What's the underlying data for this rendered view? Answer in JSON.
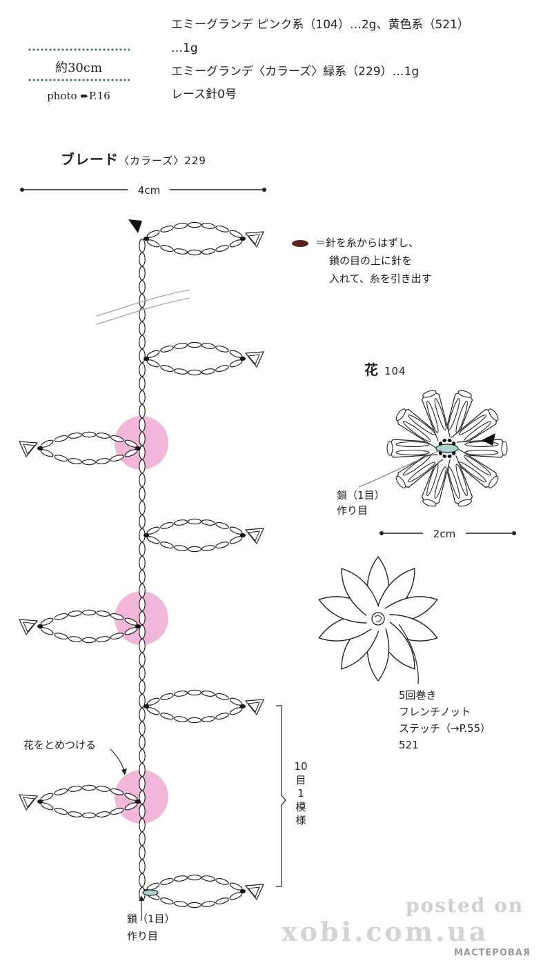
{
  "materials": {
    "line1": "エミーグランデ ピンク系（104）…2g、黄色系（521）",
    "line2": "…1g",
    "line3": "エミーグランデ〈カラーズ〉緑系（229）…1g",
    "line4": "レース針0号"
  },
  "size_box": {
    "size": "約30cm",
    "photo_ref": "photo ➨P.16"
  },
  "braid": {
    "title": "ブレード",
    "subtitle": "〈カラーズ〉229",
    "width_label": "4cm",
    "start_label_line1": "鎖（1目）",
    "start_label_line2": "作り目",
    "attach_flower_label": "花をとめつける",
    "repeat_label": [
      "10",
      "目",
      "1",
      "模",
      "様"
    ]
  },
  "legend": {
    "line1": "＝針を糸からはずし、",
    "line2": "鎖の目の上に針を",
    "line3": "入れて、糸を引き出す"
  },
  "flower": {
    "title": "花",
    "subtitle": "104",
    "start_label_line1": "鎖（1目）",
    "start_label_line2": "作り目",
    "width_label": "2cm",
    "knot_line1": "5回巻き",
    "knot_line2": "フレンチノット",
    "knot_line3": "ステッチ（→P.55）",
    "knot_line4": "521"
  },
  "watermark": {
    "line1": "posted on",
    "line2": "xobi.com.ua",
    "line3": "МАСТЕРОВАЯ"
  },
  "colors": {
    "ink": "#222222",
    "pink_flower": "#f2b6d8",
    "start_chain_fill": "#a9d2cc",
    "legend_dot": "#5a1f1f",
    "dot_line": "#3f7f6e"
  }
}
